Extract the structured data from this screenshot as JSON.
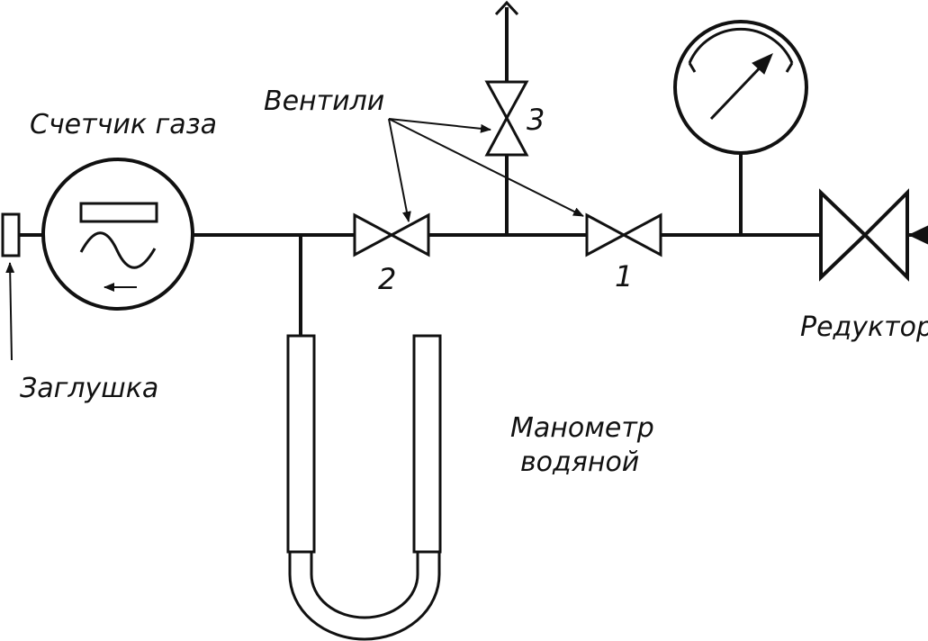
{
  "diagram": {
    "labels": {
      "gas_meter": "Счетчик газа",
      "valves": "Вентили",
      "plug": "Заглушка",
      "water_manometer_line1": "Манометр",
      "water_manometer_line2": "водяной",
      "reducer": "Редуктор"
    },
    "valve_numbers": {
      "valve1": "1",
      "valve2": "2",
      "valve3": "3"
    },
    "colors": {
      "line": "#111111",
      "background": "#ffffff"
    }
  }
}
